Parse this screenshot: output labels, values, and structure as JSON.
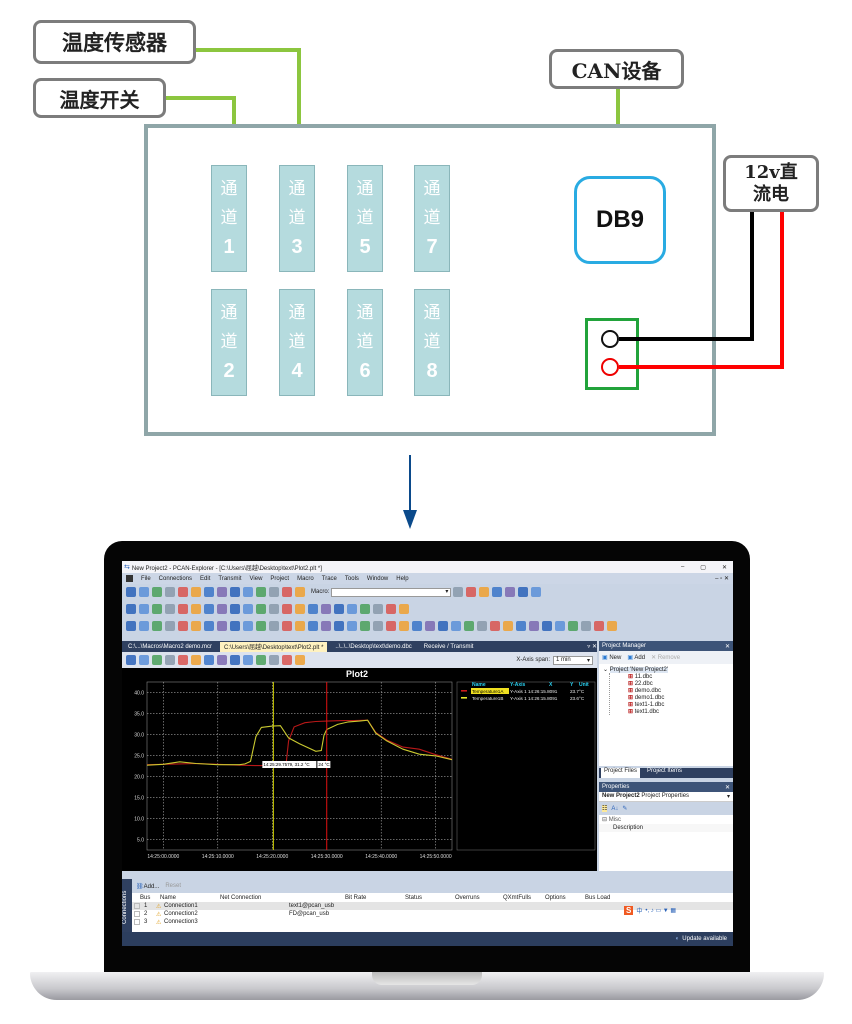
{
  "diagram": {
    "labels": {
      "temp_sensor": "温度传感器",
      "temp_switch": "温度开关",
      "can_device": "CAN设备",
      "power_line1": "12v直",
      "power_line2": "流电",
      "db9": "DB9"
    },
    "channel_word1": "通",
    "channel_word2": "道",
    "channels": [
      "1",
      "2",
      "3",
      "4",
      "5",
      "6",
      "7",
      "8"
    ],
    "colors": {
      "wire_green": "#8cc63f",
      "db9_border": "#29abe2",
      "terminal_border": "#22a33b",
      "power_negative": "#000000",
      "power_positive": "#ff0000",
      "arrow": "#0b4a8b",
      "channel_fill": "#b5dbde"
    }
  },
  "app": {
    "window_title": "New Project2 - PCAN-Explorer - [C:\\Users\\屈越\\Desktop\\text\\Plot2.plt *]",
    "window_controls": [
      "–",
      "▢",
      "✕"
    ],
    "menu": [
      "File",
      "Connections",
      "Edit",
      "Transmit",
      "View",
      "Project",
      "Macro",
      "Trace",
      "Tools",
      "Window",
      "Help"
    ],
    "macro_label": "Macro:",
    "macro_value": "",
    "tabs": [
      {
        "label": "C:\\...\\Macros\\Macro2 demo.mcr",
        "active": false
      },
      {
        "label": "C:\\Users\\屈越\\Desktop\\text\\Plot2.plt *",
        "active": true
      },
      {
        "label": "..\\..\\..\\Desktop\\text\\demo.dbc",
        "active": false
      },
      {
        "label": "Receive / Transmit",
        "active": false
      }
    ],
    "xaxis_span_label": "X-Axis span:",
    "xaxis_span_value": "1 min",
    "project_manager": {
      "title": "Project Manager",
      "new_label": "New",
      "add_label": "Add",
      "remove_label": "Remove",
      "project_name": "Project 'New Project2'",
      "files": [
        "11.dbc",
        "22.dbc",
        "demo.dbc",
        "demo1.dbc",
        "text1-1.dbc",
        "text1.dbc"
      ],
      "bottom_tabs": [
        "Project Files",
        "Project Items"
      ]
    },
    "properties": {
      "title": "Properties",
      "selected": "New Project2",
      "selected_desc": "Project Properties",
      "category": "Misc",
      "row": "Description"
    },
    "connections": {
      "side_label": "Connections",
      "add_label": "Add...",
      "reset_label": "Reset",
      "columns": [
        "Bus",
        "Name",
        "Net Connection",
        "Bit Rate",
        "Status",
        "Overruns",
        "QXmtFulls",
        "Options",
        "Bus Load"
      ],
      "rows": [
        {
          "bus": "1",
          "name": "Connection1",
          "net": "text1@pcan_usb"
        },
        {
          "bus": "2",
          "name": "Connection2",
          "net": "FD@pcan_usb"
        },
        {
          "bus": "3",
          "name": "Connection3",
          "net": ""
        }
      ]
    },
    "status_text": "Update available",
    "ime_label": "中"
  },
  "chart_data": {
    "type": "line",
    "title": "Plot2",
    "xlabel": "",
    "ylabel": "",
    "ylim": [
      2.5,
      42.5
    ],
    "yticks": [
      "5.0",
      "10.0",
      "15.0",
      "20.0",
      "25.0",
      "30.0",
      "35.0",
      "40.0"
    ],
    "xticks": [
      "14:25:00.0000",
      "14:25:10.0000",
      "14:25:20.0000",
      "14:25:30.0000",
      "14:25:40.0000",
      "14:25:50.0000"
    ],
    "xlim_seconds": [
      -3,
      53
    ],
    "grid": true,
    "legend_columns": [
      "Name",
      "Y-Axis",
      "X",
      "Y",
      "Unit"
    ],
    "legend": [
      {
        "name": "Temperature1A",
        "axis": "Y-Axis 1",
        "x": "14:26:15.8091",
        "y": "23.7",
        "unit": "°C",
        "color": "#cc1a1a",
        "highlight": true
      },
      {
        "name": "Temperature1B",
        "axis": "Y-Axis 1",
        "x": "14:26:15.8091",
        "y": "23.6",
        "unit": "°C",
        "color": "#e6e62a",
        "highlight": false
      }
    ],
    "cursors": [
      {
        "x": 20.2,
        "color": "#d4d400"
      },
      {
        "x": 30.0,
        "color": "#e01010"
      }
    ],
    "tooltip": "14:25:29.7579, 31.2 °C",
    "tooltip2": "24 °C",
    "series": [
      {
        "name": "Temperature1A",
        "color": "#b81818",
        "x": [
          -3,
          0,
          3,
          6,
          10,
          14,
          17,
          19,
          21,
          22.5,
          23,
          24,
          26,
          28,
          30,
          33,
          35,
          37.5,
          39,
          41,
          44,
          47,
          50,
          53
        ],
        "y": [
          22.8,
          22.9,
          23.0,
          23.1,
          22.9,
          22.7,
          22.6,
          22.6,
          22.6,
          22.6,
          28.5,
          31.8,
          32.8,
          33.1,
          33.2,
          33.3,
          33.3,
          33.4,
          30.5,
          28.7,
          27.0,
          26.5,
          25.2,
          24.1
        ]
      },
      {
        "name": "Temperature1B",
        "color": "#c9c930",
        "x": [
          -3,
          0,
          3,
          6,
          10,
          14,
          15,
          16,
          17,
          18,
          20,
          21.5,
          23,
          25,
          28,
          29,
          29.5,
          30,
          32,
          34,
          36,
          37.5,
          39,
          41,
          44,
          47,
          50,
          53
        ],
        "y": [
          22.7,
          22.9,
          23.5,
          23.1,
          22.8,
          22.8,
          23.0,
          23.6,
          29.5,
          31.7,
          32.0,
          32.1,
          29.2,
          27.8,
          26.0,
          26.2,
          29.8,
          31.2,
          32.4,
          33.0,
          33.2,
          33.4,
          30.3,
          28.5,
          26.5,
          25.3,
          24.9,
          24.0
        ]
      }
    ]
  }
}
